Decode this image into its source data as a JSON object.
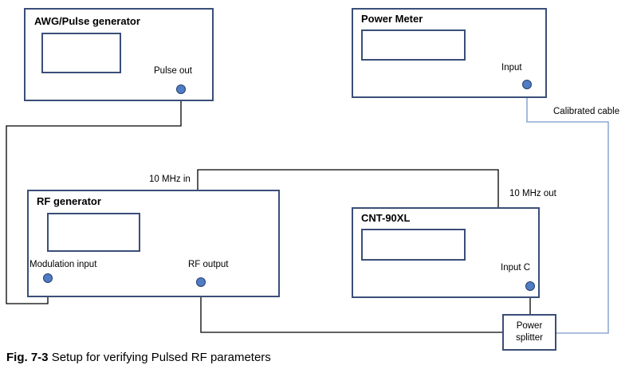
{
  "awg": {
    "title": "AWG/Pulse generator",
    "port_label": "Pulse out"
  },
  "power_meter": {
    "title": "Power Meter",
    "port_label": "Input"
  },
  "rf_generator": {
    "title": "RF generator",
    "modulation_label": "Modulation input",
    "rf_output_label": "RF output"
  },
  "counter": {
    "title": "CNT-90XL",
    "input_label": "Input C"
  },
  "splitter": {
    "line1": "Power",
    "line2": "splitter"
  },
  "labels": {
    "ten_mhz_in": "10 MHz in",
    "ten_mhz_out": "10 MHz out",
    "calibrated_cable": "Calibrated cable"
  },
  "caption": {
    "fig": "Fig. 7-3",
    "text": "Setup for verifying Pulsed RF parameters"
  },
  "colors": {
    "box_border": "#3a4e78",
    "port_fill": "#4f7cc4",
    "wire": "#000000",
    "calibrated_wire": "#8fa9d3"
  }
}
